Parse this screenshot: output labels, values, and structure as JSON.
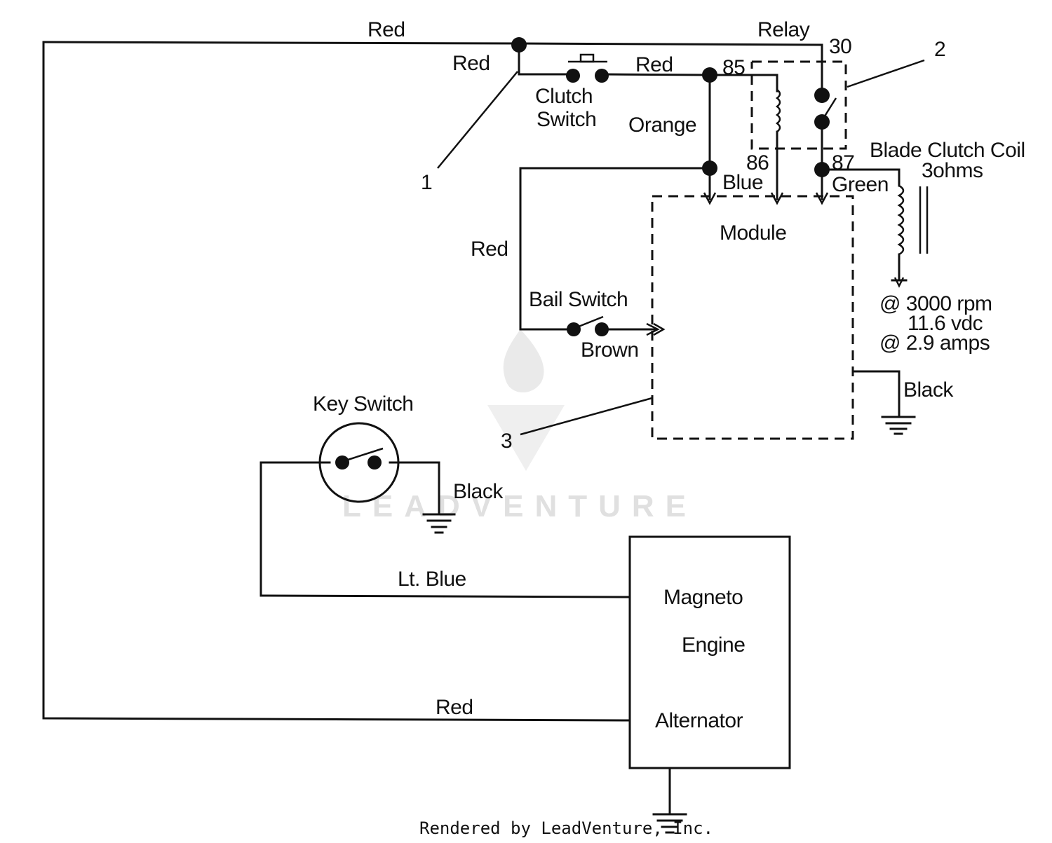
{
  "labels": {
    "red_top": "Red",
    "red_branch": "Red",
    "relay": "Relay",
    "pin30": "30",
    "callout2": "2",
    "red_clutch": "Red",
    "pin85": "85",
    "clutch_switch_l1": "Clutch",
    "clutch_switch_l2": "Switch",
    "orange": "Orange",
    "callout1": "1",
    "pin86": "86",
    "pin87": "87",
    "blade_clutch_coil": "Blade Clutch Coil",
    "coil_resistance": "3ohms",
    "blue": "Blue",
    "green": "Green",
    "module": "Module",
    "red_left": "Red",
    "rpm": "@ 3000 rpm",
    "vdc": "11.6 vdc",
    "amps": "@ 2.9 amps",
    "bail_switch": "Bail Switch",
    "brown": "Brown",
    "black_module": "Black",
    "key_switch": "Key Switch",
    "callout3": "3",
    "black_key": "Black",
    "lt_blue": "Lt. Blue",
    "magneto": "Magneto",
    "engine": "Engine",
    "red_bottom": "Red",
    "alternator": "Alternator"
  },
  "watermark": "LEADVENTURE",
  "footer": "Rendered by LeadVenture, Inc.",
  "colors": {
    "line": "#111111",
    "watermark": "#dddddd",
    "background": "#ffffff"
  }
}
